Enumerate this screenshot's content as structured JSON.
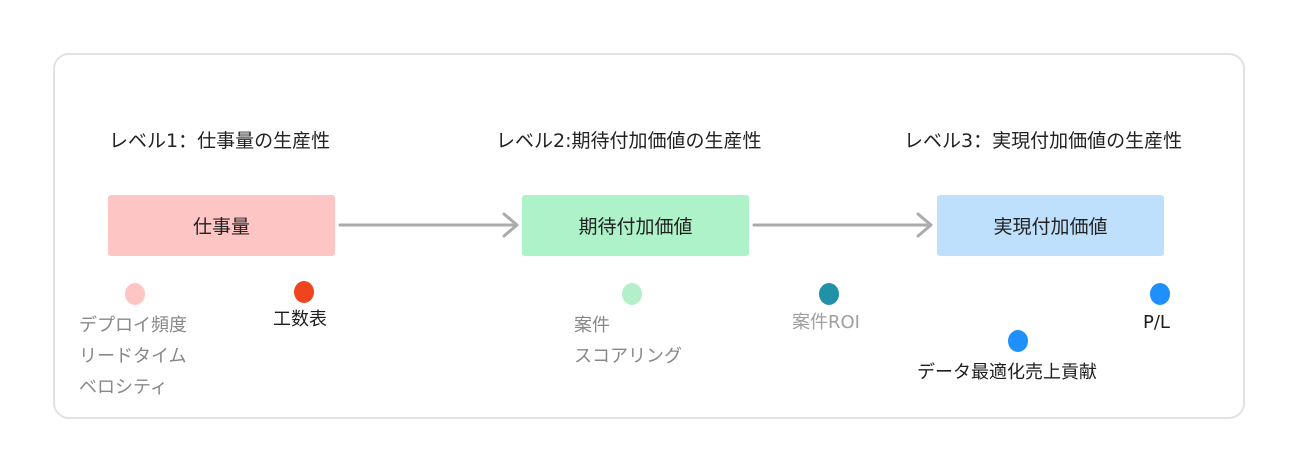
{
  "levels": [
    {
      "title": "レベル1：仕事量の生産性",
      "box_label": "仕事量",
      "box_color": "#fdc6c5"
    },
    {
      "title": "レベル2:期待付加価値の生産性",
      "box_label": "期待付加価値",
      "box_color": "#aef2c9"
    },
    {
      "title": "レベル3：実現付加価値の生産性",
      "box_label": "実現付加価値",
      "box_color": "#bfe0fd"
    }
  ],
  "arrow_color": "#ababab",
  "metrics": [
    {
      "color": "#fdc6c5",
      "lines": [
        "デプロイ頻度",
        "リードタイム",
        "ベロシティ"
      ]
    },
    {
      "color": "#f0441f",
      "lines": [
        "工数表"
      ]
    },
    {
      "color": "#b4efcb",
      "lines": [
        "案件",
        "スコアリング"
      ]
    },
    {
      "color": "#2191a8",
      "lines": [
        "案件ROI"
      ]
    },
    {
      "color": "#1e90fb",
      "lines": [
        "P/L"
      ]
    },
    {
      "color": "#1e90fb",
      "lines": [
        "データ最適化売上貢献"
      ]
    }
  ]
}
